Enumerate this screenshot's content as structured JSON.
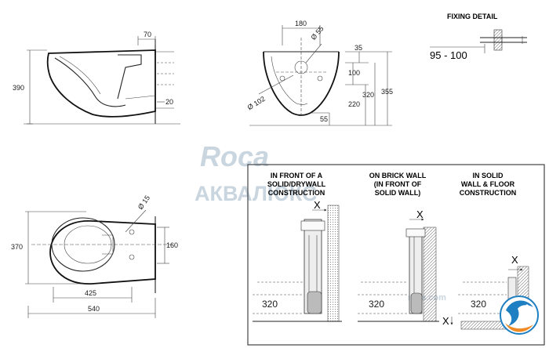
{
  "side_view": {
    "dims": {
      "d70": "70",
      "d390": "390",
      "d20": "20"
    }
  },
  "front_view": {
    "dims": {
      "d180": "180",
      "d55_dia": "Ø 55",
      "d35": "35",
      "d100": "100",
      "d102_dia": "Ø 102",
      "d320": "320",
      "d220": "220",
      "d355": "355",
      "d55": "55"
    }
  },
  "fixing_detail": {
    "title": "FIXING DETAIL",
    "range": "95 - 100"
  },
  "top_view": {
    "dims": {
      "d15_dia": "Ø 15",
      "d370": "370",
      "d160": "160",
      "d425": "425",
      "d540": "540"
    }
  },
  "watermark": {
    "brand": "Roca",
    "shop": "АКВАЛЮКС",
    "site": "roca.com"
  },
  "install_panels": [
    {
      "heading": [
        "IN FRONT OF A",
        "SOLID/DRYWALL",
        "CONSTRUCTION"
      ],
      "x": "X",
      "height": "320"
    },
    {
      "heading": [
        "ON BRICK WALL",
        "(IN FRONT OF",
        "SOLID WALL)"
      ],
      "x": "X",
      "height": "320"
    },
    {
      "heading": [
        "IN SOLID",
        "WALL & FLOOR",
        "CONSTRUCTION"
      ],
      "x": "X",
      "x2": "X",
      "height": "320"
    }
  ],
  "colors": {
    "line": "#222222",
    "watermark": "#c9d5df",
    "logo_blue": "#1e7fc2",
    "logo_orange": "#f08a24"
  }
}
